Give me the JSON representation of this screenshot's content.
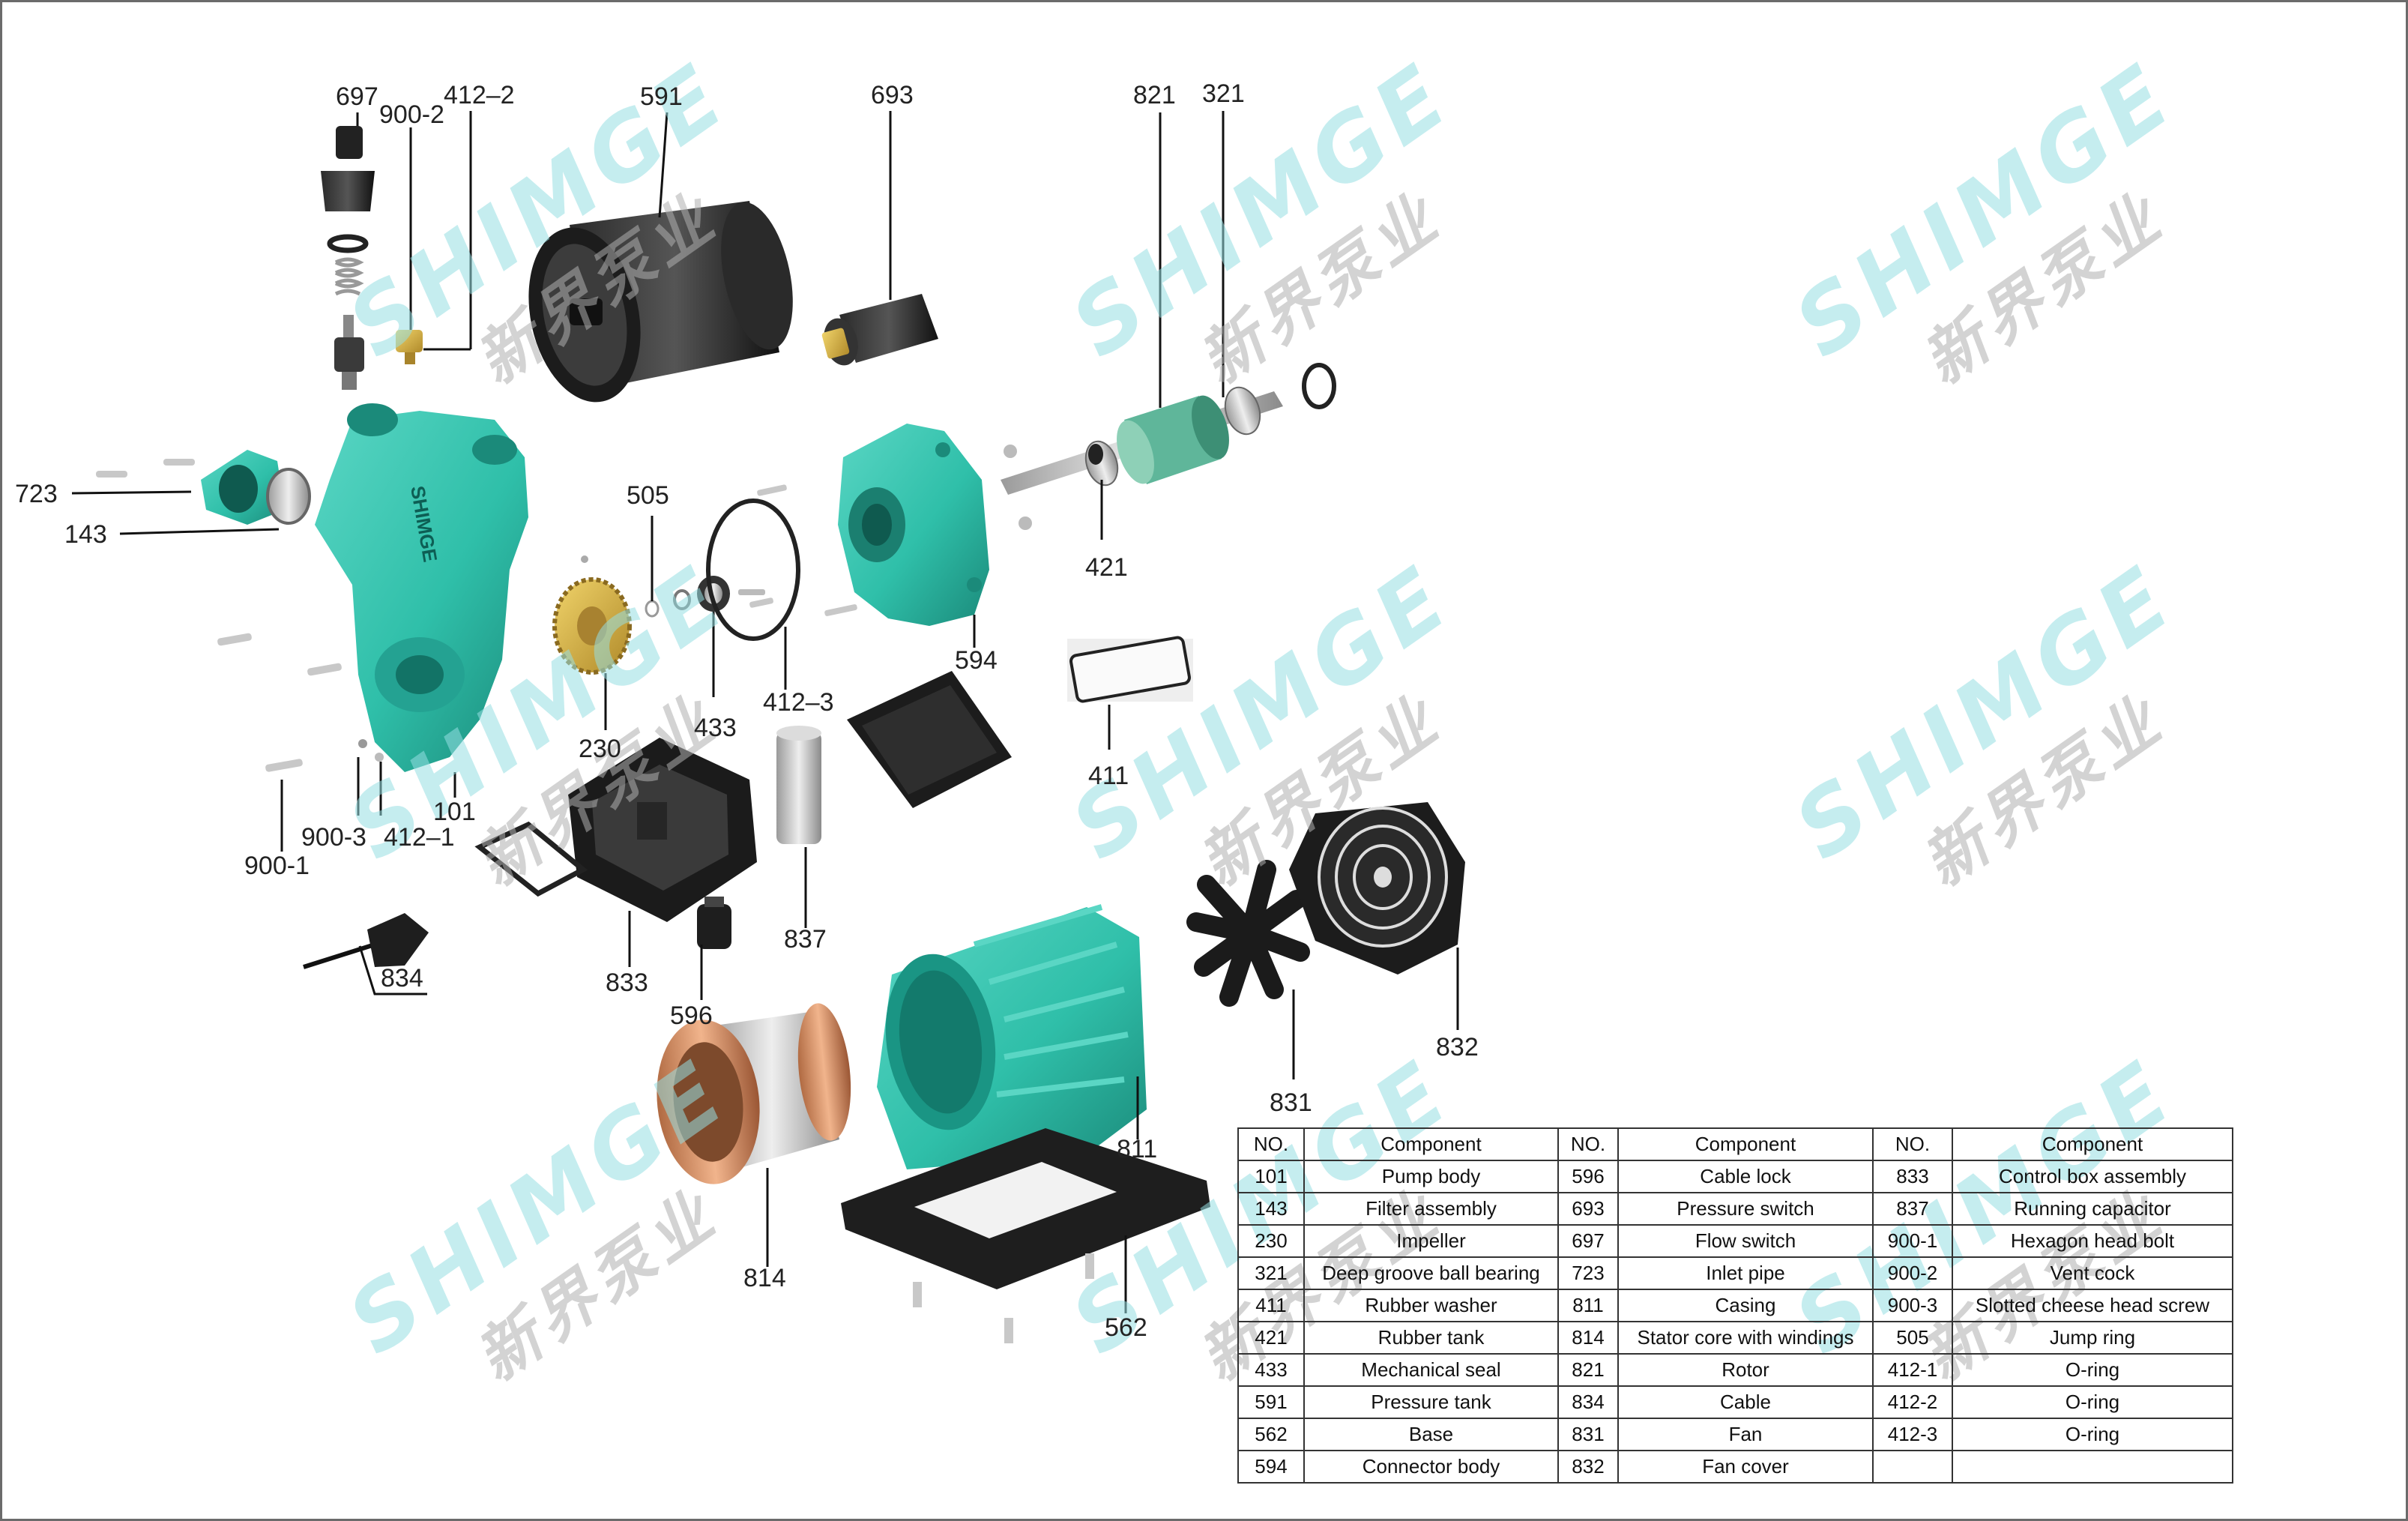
{
  "brand": {
    "watermark_en": "SHIMGE",
    "watermark_cn": "新界泵业",
    "housing_logo": "SHIMGE",
    "accent_color": "#2fbfa9",
    "watermark_color": "#8edde0"
  },
  "callouts": {
    "c697": "697",
    "c900_2": "900-2",
    "c412_2": "412–2",
    "c591": "591",
    "c693": "693",
    "c821": "821",
    "c321": "321",
    "c723": "723",
    "c143": "143",
    "c505": "505",
    "c421": "421",
    "c594": "594",
    "c411": "411",
    "c230": "230",
    "c433": "433",
    "c412_3": "412–3",
    "c101": "101",
    "c900_3": "900-3",
    "c412_1": "412–1",
    "c900_1": "900-1",
    "c837": "837",
    "c834": "834",
    "c833": "833",
    "c596": "596",
    "c832": "832",
    "c831": "831",
    "c811": "811",
    "c814": "814",
    "c562": "562"
  },
  "parts_table": {
    "headers": [
      "NO.",
      "Component",
      "NO.",
      "Component",
      "NO.",
      "Component"
    ],
    "rows": [
      [
        "101",
        "Pump body",
        "596",
        "Cable lock",
        "833",
        "Control box assembly"
      ],
      [
        "143",
        "Filter assembly",
        "693",
        "Pressure switch",
        "837",
        "Running capacitor"
      ],
      [
        "230",
        "Impeller",
        "697",
        "Flow switch",
        "900-1",
        "Hexagon head bolt"
      ],
      [
        "321",
        "Deep groove ball bearing",
        "723",
        "Inlet pipe",
        "900-2",
        "Vent cock"
      ],
      [
        "411",
        "Rubber washer",
        "811",
        "Casing",
        "900-3",
        "Slotted cheese head screw"
      ],
      [
        "421",
        "Rubber tank",
        "814",
        "Stator core with windings",
        "505",
        "Jump ring"
      ],
      [
        "433",
        "Mechanical seal",
        "821",
        "Rotor",
        "412-1",
        "O-ring"
      ],
      [
        "591",
        "Pressure tank",
        "834",
        "Cable",
        "412-2",
        "O-ring"
      ],
      [
        "562",
        "Base",
        "831",
        "Fan",
        "412-3",
        "O-ring"
      ],
      [
        "594",
        "Connector body",
        "832",
        "Fan cover",
        "",
        ""
      ]
    ]
  }
}
